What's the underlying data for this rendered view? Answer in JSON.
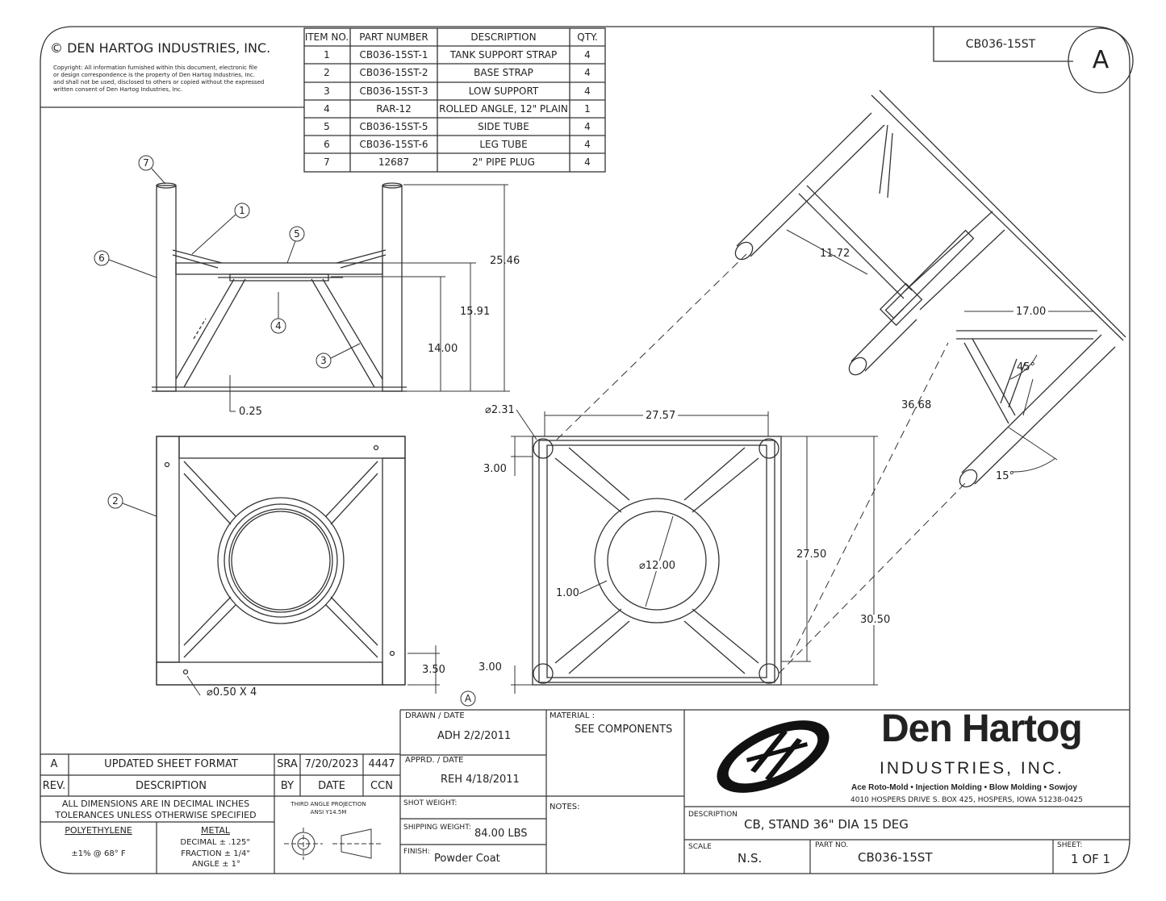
{
  "copyright": {
    "company": "© DEN HARTOG INDUSTRIES, INC.",
    "notice": [
      "Copyright: All information furnished within this document, electronic file",
      "or design correspondence is the property of Den Hartog Industries, Inc.",
      "and shall not be used, disclosed to others or copied without the expressed",
      "written consent of Den Hartog Industries, Inc."
    ]
  },
  "bom": {
    "headers": [
      "ITEM NO.",
      "PART NUMBER",
      "DESCRIPTION",
      "QTY."
    ],
    "rows": [
      [
        "1",
        "CB036-15ST-1",
        "TANK SUPPORT STRAP",
        "4"
      ],
      [
        "2",
        "CB036-15ST-2",
        "BASE STRAP",
        "4"
      ],
      [
        "3",
        "CB036-15ST-3",
        "LOW SUPPORT",
        "4"
      ],
      [
        "4",
        "RAR-12",
        "ROLLED ANGLE, 12\" PLAIN",
        "1"
      ],
      [
        "5",
        "CB036-15ST-5",
        "SIDE TUBE",
        "4"
      ],
      [
        "6",
        "CB036-15ST-6",
        "LEG TUBE",
        "4"
      ],
      [
        "7",
        "12687",
        "2\" PIPE PLUG",
        "4"
      ]
    ]
  },
  "drawing_number": "CB036-15ST",
  "revision_letter": "A",
  "balloons": [
    "7",
    "1",
    "5",
    "6",
    "4",
    "3",
    "2"
  ],
  "front_dims": {
    "height_total": "25.46",
    "height_mid": "15.91",
    "height_low": "14.00",
    "base": "0.25"
  },
  "top_view_dims": {
    "hole_spacing": "3.50",
    "holes": "⌀0.50 X 4"
  },
  "bottom_view_dims": {
    "pipe_dia": "⌀2.31",
    "width": "27.57",
    "offset_top": "3.00",
    "height_inner": "27.50",
    "height_outer": "30.50",
    "ring_dia": "⌀12.00",
    "ring_width": "1.00",
    "offset_bottom": "3.00"
  },
  "iso_dims": {
    "a": "11.72",
    "b": "17.00",
    "c": "45°",
    "d": "36.68",
    "e": "15°"
  },
  "rev_marker": "A",
  "revision_block": {
    "row": {
      "rev": "A",
      "description": "UPDATED SHEET FORMAT",
      "by": "SRA",
      "date": "7/20/2023",
      "ccn": "4447"
    },
    "header": {
      "rev": "REV.",
      "description": "DESCRIPTION",
      "by": "BY",
      "date": "DATE",
      "ccn": "CCN"
    }
  },
  "tolerances": {
    "line1": "ALL DIMENSIONS ARE IN DECIMAL INCHES",
    "line2": "TOLERANCES UNLESS OTHERWISE SPECIFIED",
    "poly_label": "POLYETHYLENE",
    "poly_value": "±1% @ 68° F",
    "metal_label": "METAL",
    "metal_decimal": "DECIMAL ± .125\"",
    "metal_fraction": "FRACTION ± 1/4\"",
    "metal_angle": "ANGLE ± 1°"
  },
  "projection": {
    "line1": "THIRD ANGLE PROJECTION",
    "line2": "ANSI Y14.5M"
  },
  "title_fields": {
    "drawn_label": "DRAWN / DATE",
    "drawn_value": "ADH  2/2/2011",
    "appr_label": "APPRD. / DATE",
    "appr_value": "REH  4/18/2011",
    "shot_label": "SHOT WEIGHT:",
    "ship_label": "SHIPPING WEIGHT:",
    "ship_value": "84.00 LBS",
    "finish_label": "FINISH:",
    "finish_value": "Powder Coat",
    "material_label": "MATERIAL :",
    "material_value": "SEE COMPONENTS",
    "notes_label": "NOTES:"
  },
  "company": {
    "name": "Den Hartog",
    "suffix": "INDUSTRIES, INC.",
    "tagline": "Ace Roto-Mold • Injection Molding • Blow Molding • Sowjoy",
    "address": "4010 HOSPERS DRIVE S.  BOX 425, HOSPERS, IOWA 51238-0425"
  },
  "title_block": {
    "description_label": "DESCRIPTION",
    "description_value": "CB, STAND 36\" DIA 15 DEG",
    "scale_label": "SCALE",
    "scale_value": "N.S.",
    "part_label": "PART NO.",
    "part_value": "CB036-15ST",
    "sheet_label": "SHEET:",
    "sheet_value": "1 OF 1"
  }
}
